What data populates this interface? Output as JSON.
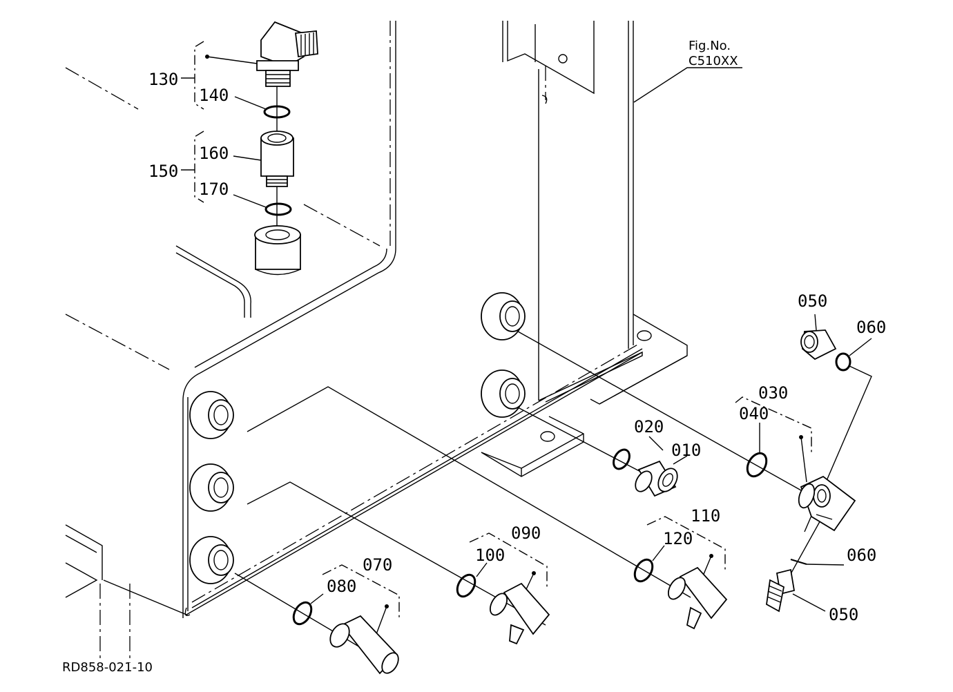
{
  "figure": {
    "fig_no_label": "Fig.No.",
    "fig_no_value": "C510XX",
    "drawing_code": "RD858-021-10"
  },
  "parts": {
    "p010": "010",
    "p020": "020",
    "p030": "030",
    "p040": "040",
    "p050a": "050",
    "p050b": "050",
    "p060a": "060",
    "p060b": "060",
    "p070": "070",
    "p080": "080",
    "p090": "090",
    "p100": "100",
    "p110": "110",
    "p120": "120",
    "p130": "130",
    "p140": "140",
    "p150": "150",
    "p160": "160",
    "p170": "170"
  }
}
